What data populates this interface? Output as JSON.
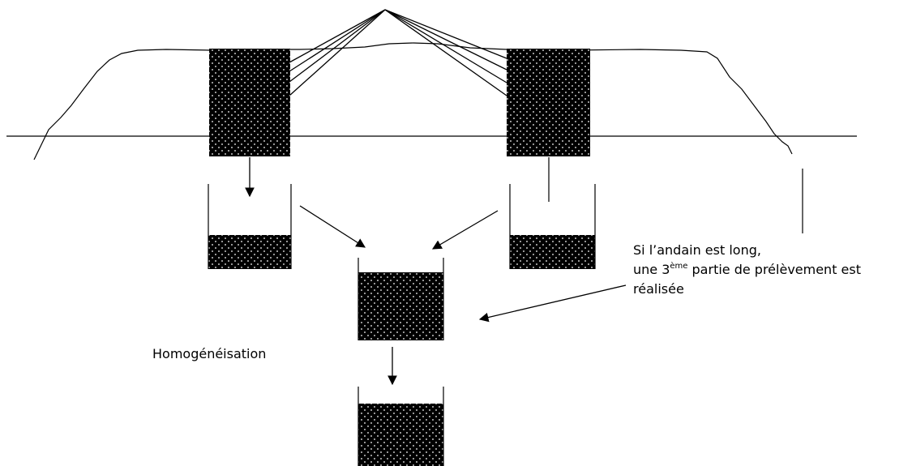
{
  "labels": {
    "homogenization": "Homogénéisation",
    "note_line1": "Si l’andain est long,",
    "note_line2_prefix": "une 3",
    "note_line2_superscript": "ème",
    "note_line2_suffix": " partie de prélèvement est",
    "note_line3": "réalisée"
  },
  "colors": {
    "ink": "#000000",
    "dots": "#ffffff",
    "background": "#ffffff"
  }
}
